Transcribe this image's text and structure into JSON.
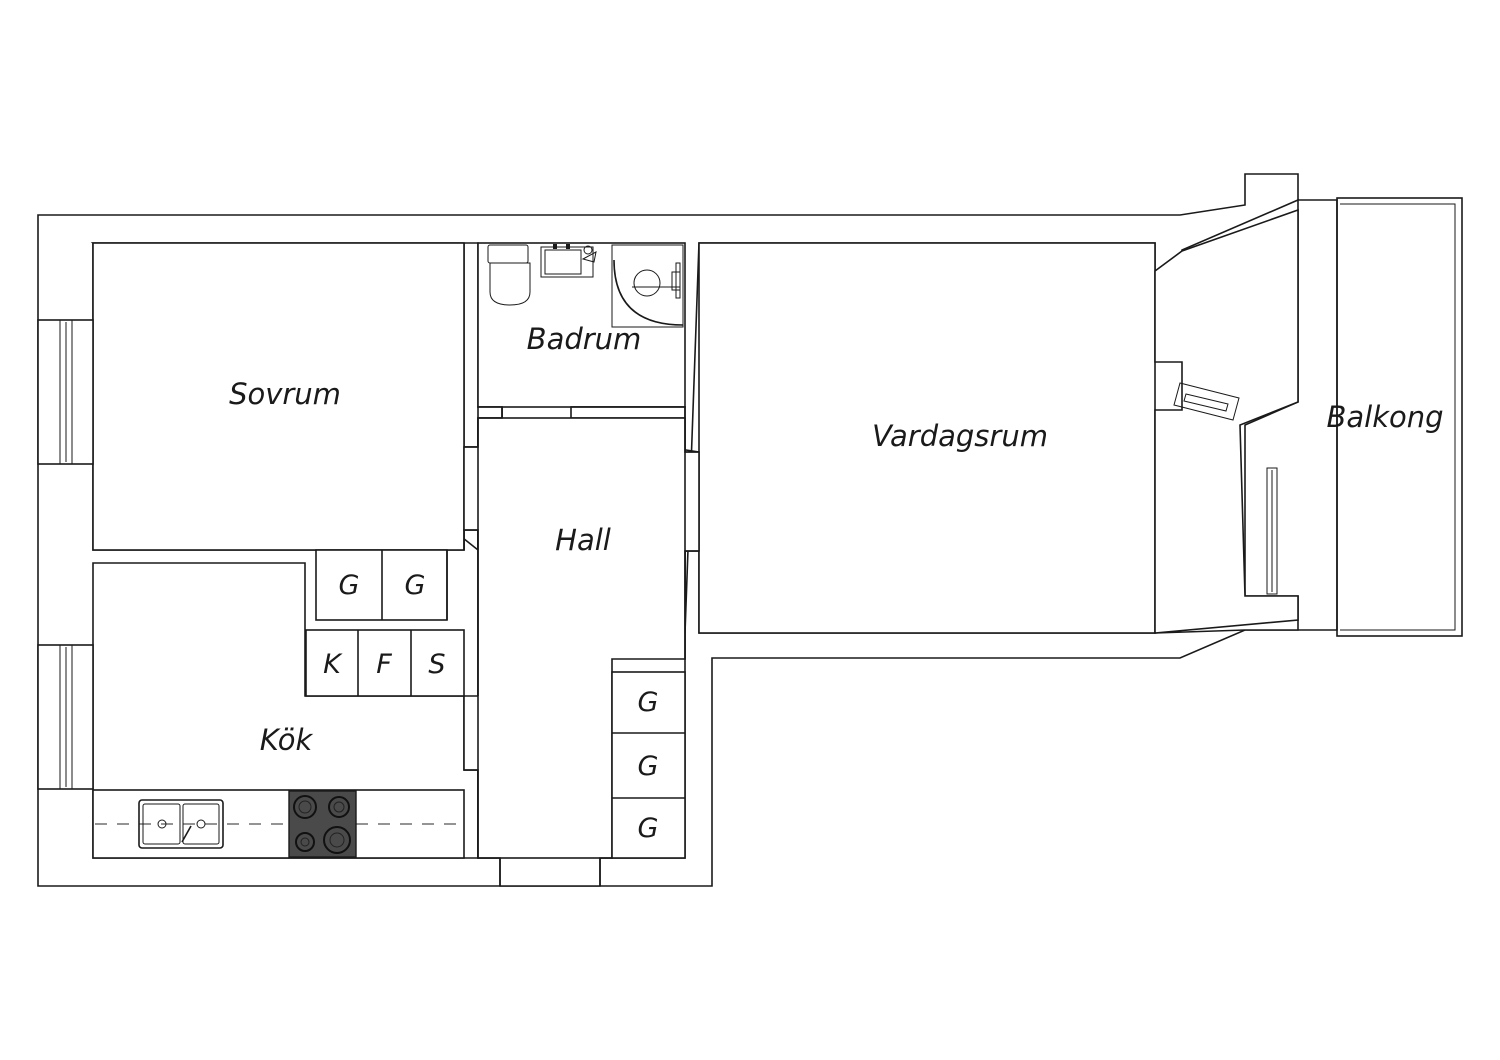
{
  "rooms": {
    "sovrum": "Sovrum",
    "badrum": "Badrum",
    "vardagsrum": "Vardagsrum",
    "balkong": "Balkong",
    "hall": "Hall",
    "kok": "Kök"
  },
  "cabinets": {
    "bedroom_wardrobe_1": "G",
    "bedroom_wardrobe_2": "G",
    "kitchen_fridge": "K",
    "kitchen_freezer": "F",
    "kitchen_storage": "S",
    "hall_wardrobe_1": "G",
    "hall_wardrobe_2": "G",
    "hall_wardrobe_3": "G"
  },
  "colors": {
    "wall": "#1a1a1a",
    "stove": "#4a4a4a",
    "background": "#ffffff"
  }
}
